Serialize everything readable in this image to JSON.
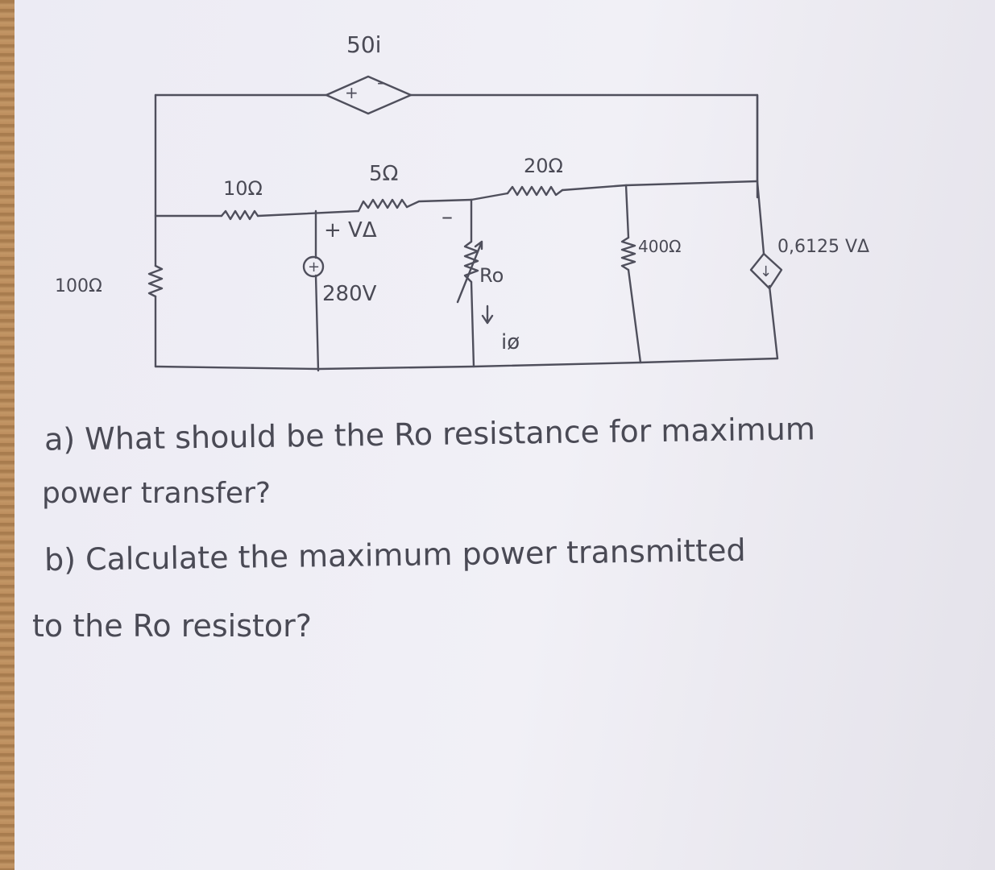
{
  "circuit": {
    "dependent_voltage_source": {
      "label": "50i",
      "plus": "+",
      "minus": "–"
    },
    "resistor_10": "10Ω",
    "resistor_5": "5Ω",
    "resistor_20": "20Ω",
    "resistor_100": "100Ω",
    "resistor_400": "400Ω",
    "resistor_ro": "Ro",
    "voltage_drop_plus": "+ VΔ",
    "voltage_drop_minus": "–",
    "source_280": {
      "label": "280V",
      "symbol": "+"
    },
    "current_label": "iø",
    "dependent_current_source": "0,6125 VΔ"
  },
  "question": {
    "a_line1": "a) What should be the Ro resistance for maximum",
    "a_line2": "power transfer?",
    "b_line1": "b) Calculate the maximum power transmitted",
    "b_line2": "to the Ro resistor?"
  }
}
